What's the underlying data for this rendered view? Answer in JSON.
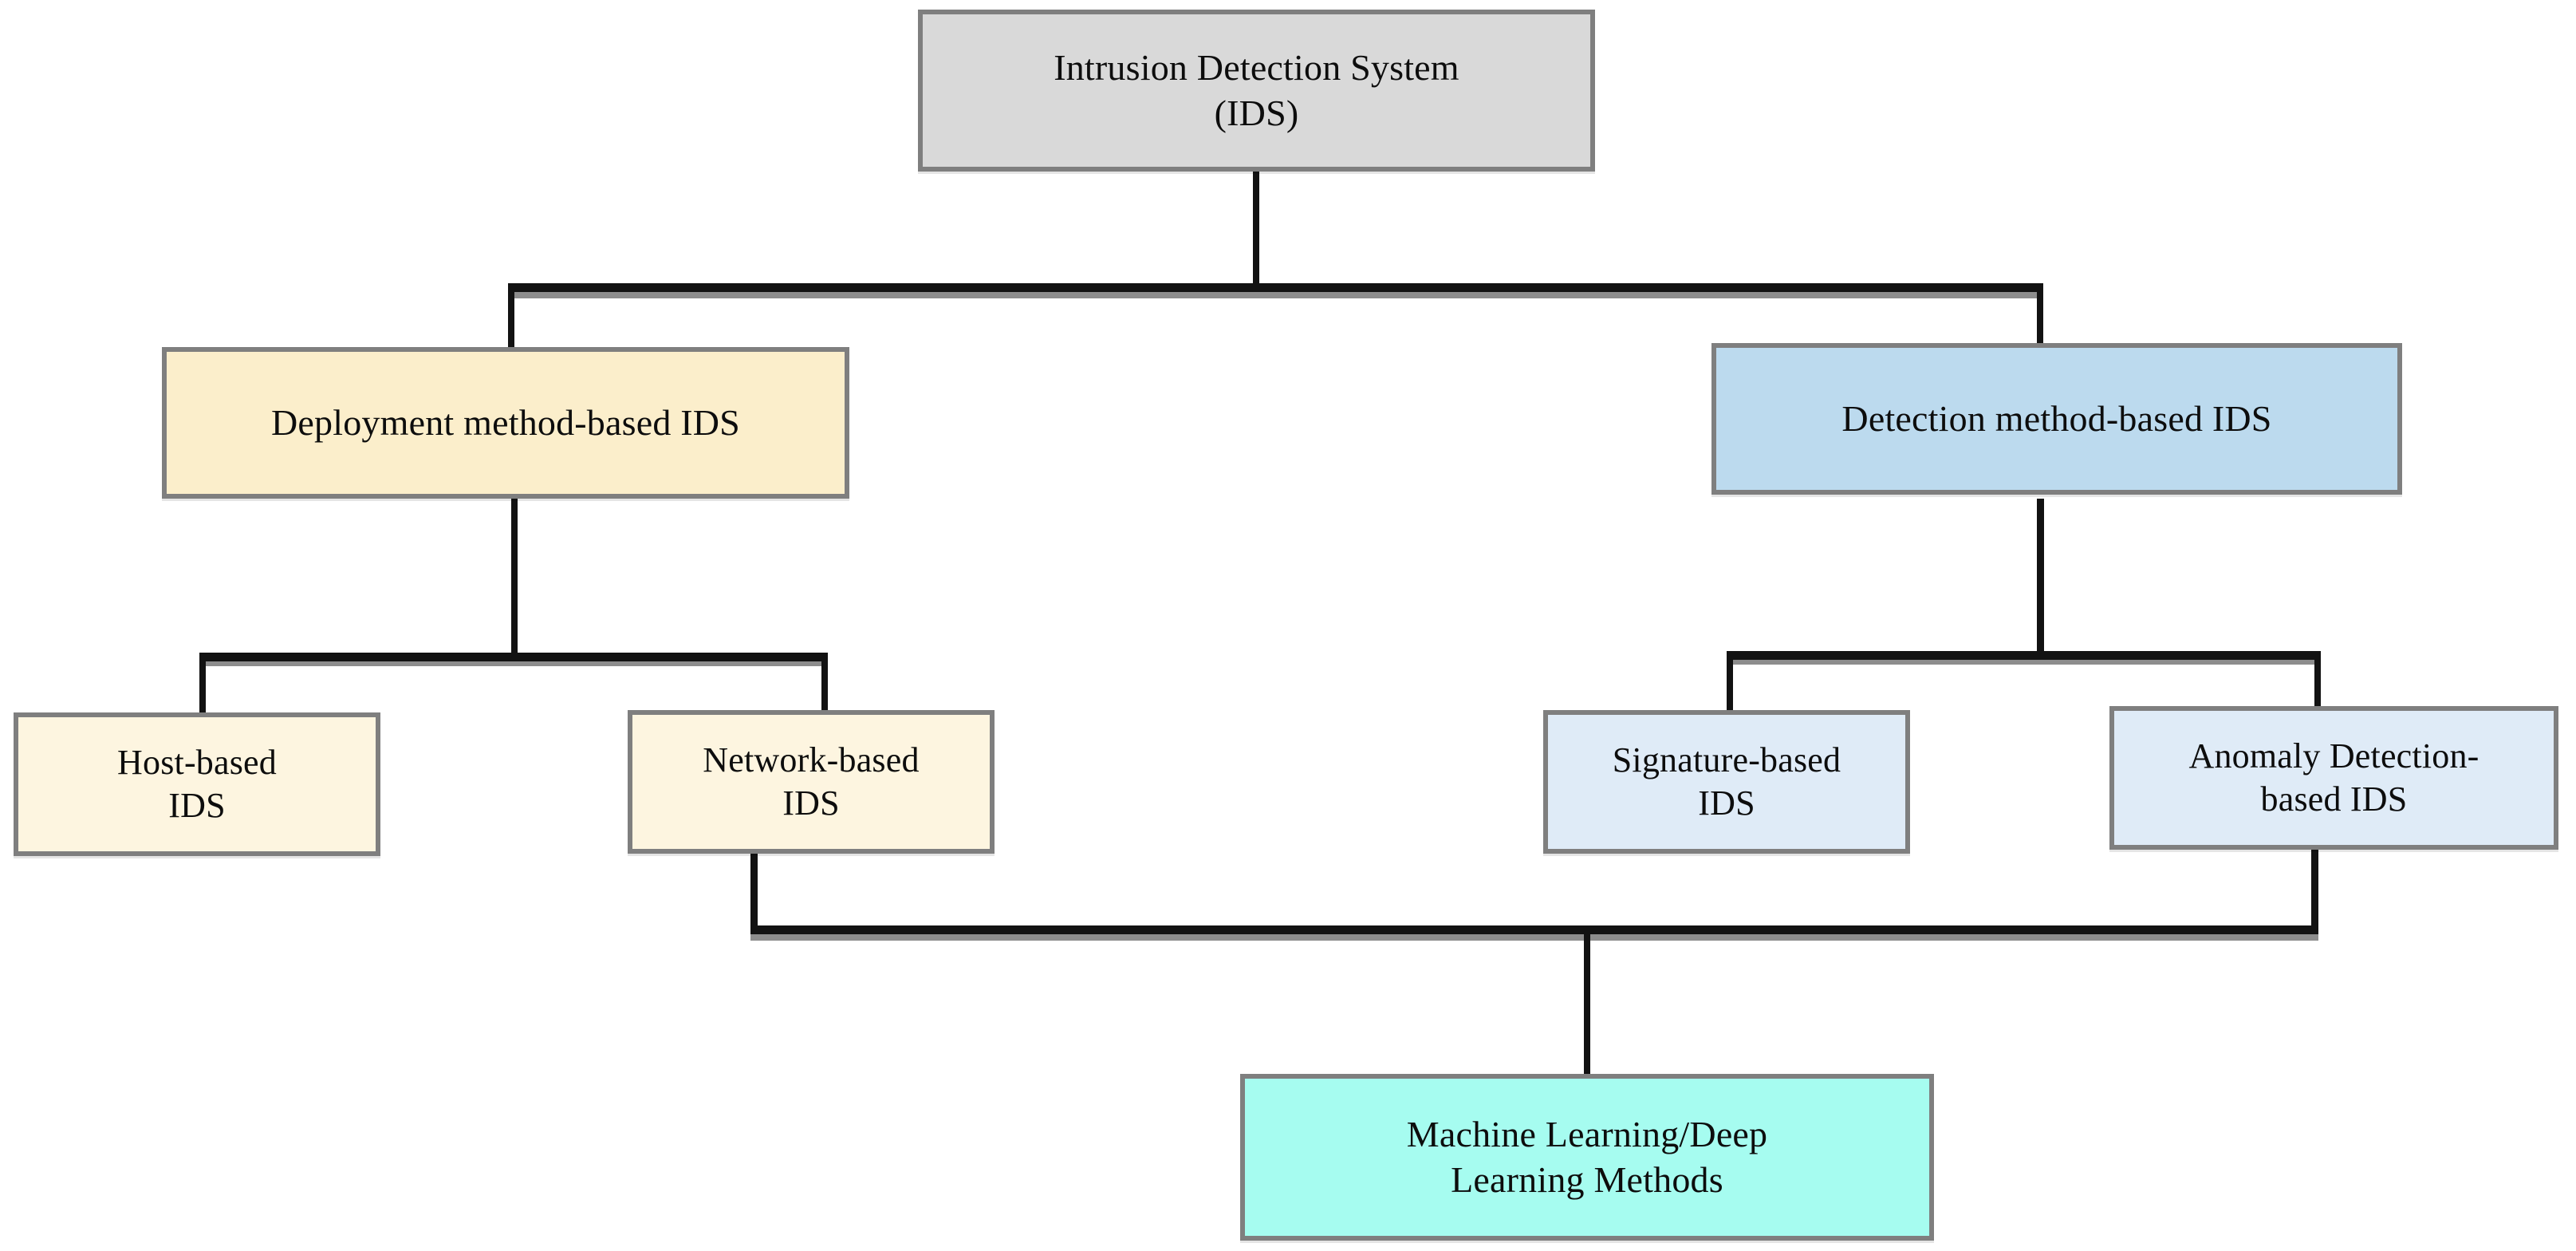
{
  "diagram": {
    "title": "Intrusion Detection System (IDS) taxonomy",
    "background_color": "#ffffff",
    "line_color": "#121212",
    "border_color": "#7f7f7f",
    "nodes": {
      "root": {
        "label": "Intrusion Detection System\n(IDS)",
        "line1": "Intrusion Detection System",
        "line2": "(IDS)",
        "fill": "#d9d9d9"
      },
      "deployment": {
        "label": "Deployment method-based IDS",
        "fill": "#fbeecb"
      },
      "detection": {
        "label": "Detection method-based IDS",
        "fill": "#bcdaee"
      },
      "host": {
        "line1": "Host-based",
        "line2": "IDS",
        "label": "Host-based IDS",
        "fill": "#fdf5e0"
      },
      "network": {
        "line1": "Network-based",
        "line2": "IDS",
        "label": "Network-based IDS",
        "fill": "#fdf5e0"
      },
      "signature": {
        "line1": "Signature-based",
        "line2": "IDS",
        "label": "Signature-based IDS",
        "fill": "#dfebf7"
      },
      "anomaly": {
        "line1": "Anomaly Detection-",
        "line2": "based IDS",
        "label": "Anomaly Detection-based IDS",
        "fill": "#dfebf7"
      },
      "ml": {
        "line1": "Machine Learning/Deep",
        "line2": "Learning Methods",
        "label": "Machine Learning/Deep Learning Methods",
        "fill": "#a6fcf0"
      }
    },
    "edges": [
      {
        "from": "root",
        "to": "deployment"
      },
      {
        "from": "root",
        "to": "detection"
      },
      {
        "from": "deployment",
        "to": "host"
      },
      {
        "from": "deployment",
        "to": "network"
      },
      {
        "from": "detection",
        "to": "signature"
      },
      {
        "from": "detection",
        "to": "anomaly"
      },
      {
        "from": "network",
        "to": "ml"
      },
      {
        "from": "anomaly",
        "to": "ml"
      }
    ]
  }
}
